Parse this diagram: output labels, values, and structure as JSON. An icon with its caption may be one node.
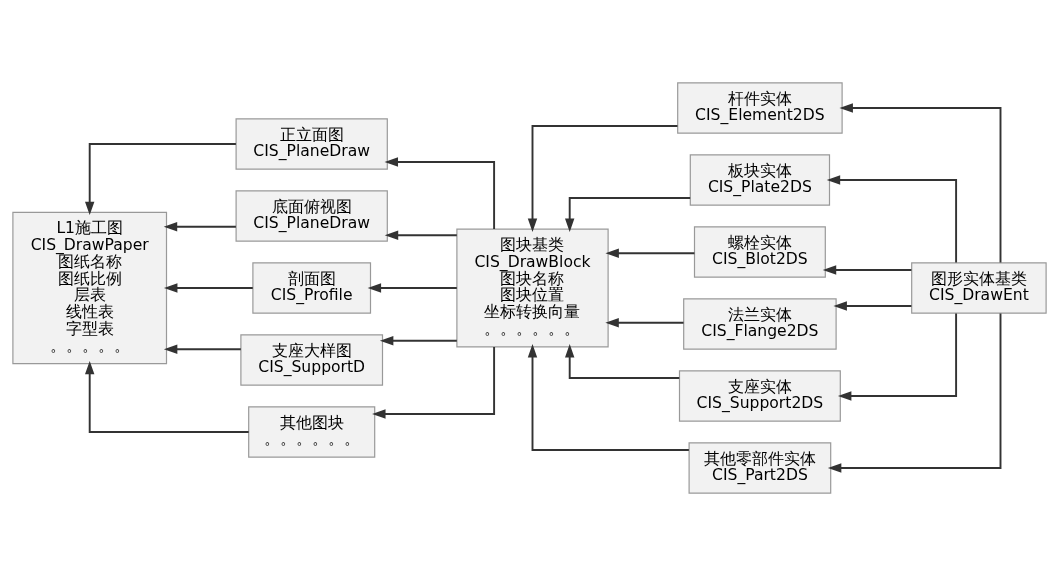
{
  "diagram": {
    "nodes": [
      {
        "text": [
          "L1施工图",
          "CIS_DrawPaper",
          "图纸名称",
          "图纸比例",
          "层表",
          "线性表",
          "字型表",
          "。。。。。"
        ]
      },
      {
        "text": [
          "正立面图",
          "CIS_PlaneDraw"
        ]
      },
      {
        "text": [
          "底面俯视图",
          "CIS_PlaneDraw"
        ]
      },
      {
        "text": [
          "剖面图",
          "CIS_Profile"
        ]
      },
      {
        "text": [
          "支座大样图",
          "CIS_SupportD"
        ]
      },
      {
        "text": [
          "其他图块",
          "。。。。。。"
        ]
      },
      {
        "text": [
          "图块基类",
          "CIS_DrawBlock",
          "图块名称",
          "图块位置",
          "坐标转换向量",
          "。。。。。。"
        ]
      },
      {
        "text": [
          "杆件实体",
          "CIS_Element2DS"
        ]
      },
      {
        "text": [
          "板块实体",
          "CIS_Plate2DS"
        ]
      },
      {
        "text": [
          "螺栓实体",
          "CIS_Blot2DS"
        ]
      },
      {
        "text": [
          "法兰实体",
          "CIS_Flange2DS"
        ]
      },
      {
        "text": [
          "支座实体",
          "CIS_Support2DS"
        ]
      },
      {
        "text": [
          "其他零部件实体",
          "CIS_Part2DS"
        ]
      },
      {
        "text": [
          "图形实体基类",
          "CIS_DrawEnt"
        ]
      }
    ],
    "edges": [
      {
        "from": 13,
        "to": 7,
        "arrow": "to"
      },
      {
        "from": 13,
        "to": 8,
        "arrow": "to"
      },
      {
        "from": 13,
        "to": 9,
        "arrow": "to"
      },
      {
        "from": 13,
        "to": 10,
        "arrow": "to"
      },
      {
        "from": 13,
        "to": 11,
        "arrow": "to"
      },
      {
        "from": 13,
        "to": 12,
        "arrow": "to"
      },
      {
        "from": 7,
        "to": 6,
        "arrow": "to"
      },
      {
        "from": 8,
        "to": 6,
        "arrow": "to"
      },
      {
        "from": 9,
        "to": 6,
        "arrow": "to"
      },
      {
        "from": 10,
        "to": 6,
        "arrow": "to"
      },
      {
        "from": 11,
        "to": 6,
        "arrow": "to"
      },
      {
        "from": 12,
        "to": 6,
        "arrow": "to"
      },
      {
        "from": 6,
        "to": 1,
        "arrow": "to"
      },
      {
        "from": 6,
        "to": 2,
        "arrow": "to"
      },
      {
        "from": 6,
        "to": 3,
        "arrow": "to"
      },
      {
        "from": 6,
        "to": 4,
        "arrow": "to"
      },
      {
        "from": 6,
        "to": 5,
        "arrow": "to"
      },
      {
        "from": 1,
        "to": 0,
        "arrow": "to"
      },
      {
        "from": 2,
        "to": 0,
        "arrow": "to"
      },
      {
        "from": 3,
        "to": 0,
        "arrow": "to"
      },
      {
        "from": 4,
        "to": 0,
        "arrow": "to"
      },
      {
        "from": 5,
        "to": 0,
        "arrow": "to"
      }
    ]
  }
}
